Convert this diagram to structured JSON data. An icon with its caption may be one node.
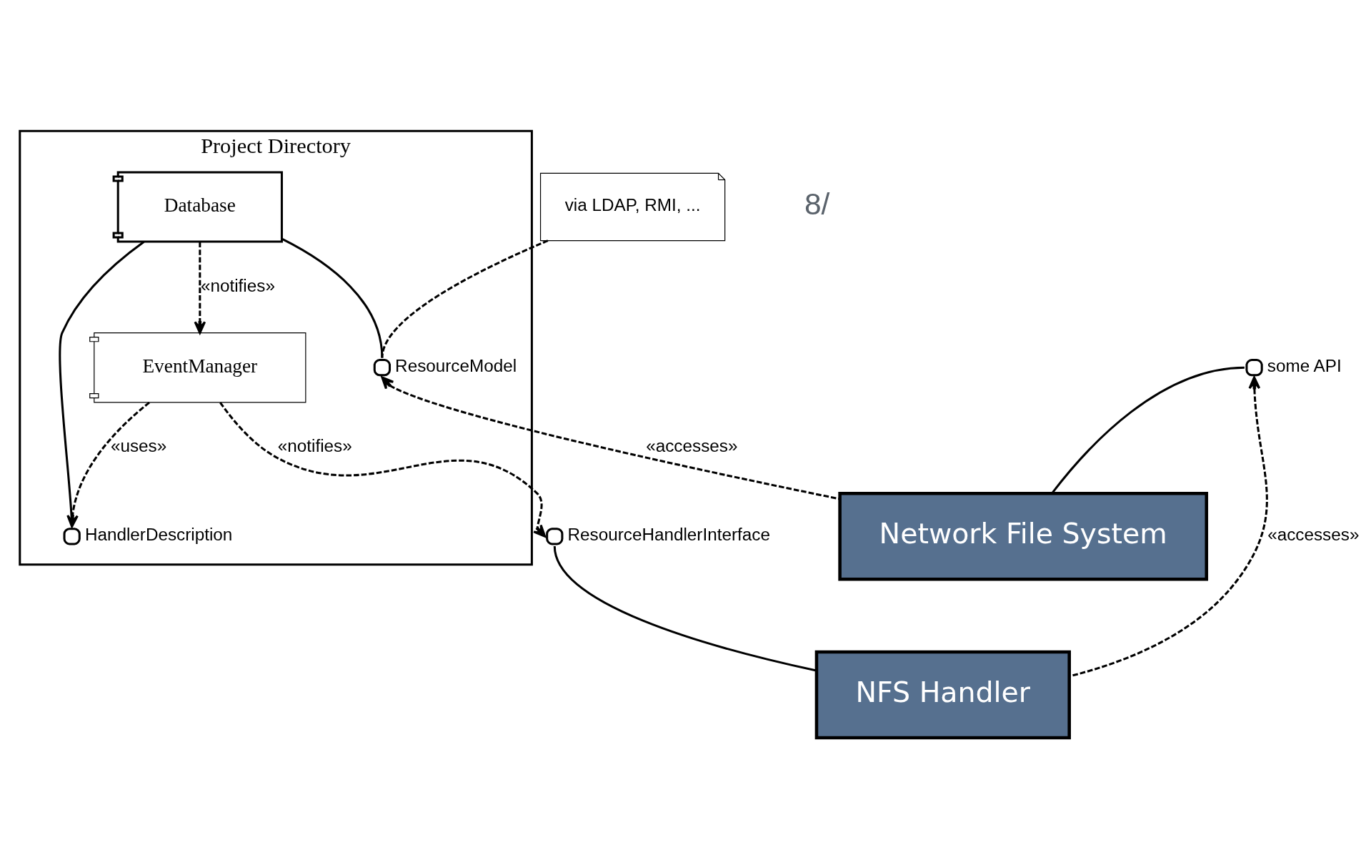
{
  "diagram": {
    "nodes": [
      {
        "text": [
          "Project Directory"
        ]
      },
      {
        "text": [
          "via LDAP, RMI, ..."
        ]
      },
      {
        "text": [
          "Database"
        ],
        "in": 0
      },
      {
        "text": [
          "EventManager"
        ],
        "in": 0
      },
      {
        "text": [
          "Network File System"
        ]
      },
      {
        "text": [
          "NFS Handler"
        ]
      },
      {
        "text": [],
        "shape": "circle",
        "beside": [
          "ResourceModel"
        ],
        "in": 0
      },
      {
        "text": [],
        "shape": "circle",
        "beside": [
          "HandlerDescription"
        ],
        "in": 0
      },
      {
        "text": [],
        "shape": "circle",
        "beside": [
          "ResourceHandlerInterface"
        ]
      },
      {
        "text": [],
        "shape": "circle",
        "beside": [
          "some API"
        ]
      }
    ],
    "edges": [
      {
        "from": 2,
        "to": 3,
        "arrow": "to",
        "label": "«notifies»",
        "style": "dashed"
      },
      {
        "from": 2,
        "to": 6,
        "arrow": "none"
      },
      {
        "from": 2,
        "to": 7,
        "arrow": "none"
      },
      {
        "from": 3,
        "to": 7,
        "arrow": "to",
        "label": "«uses»",
        "style": "dashed"
      },
      {
        "from": 1,
        "to": 6,
        "arrow": "none",
        "style": "dashed"
      },
      {
        "from": 4,
        "to": 6,
        "arrow": "to",
        "label": "«accesses»",
        "style": "dashed"
      },
      {
        "from": 3,
        "to": 8,
        "arrow": "to",
        "label": "«notifies»",
        "style": "dashed"
      },
      {
        "from": 5,
        "to": 8,
        "arrow": "none"
      },
      {
        "from": 4,
        "to": 9,
        "arrow": "none"
      },
      {
        "from": 5,
        "to": 9,
        "arrow": "to",
        "label": "«accesses»",
        "style": "dashed"
      }
    ],
    "labels": [
      "8/"
    ]
  }
}
